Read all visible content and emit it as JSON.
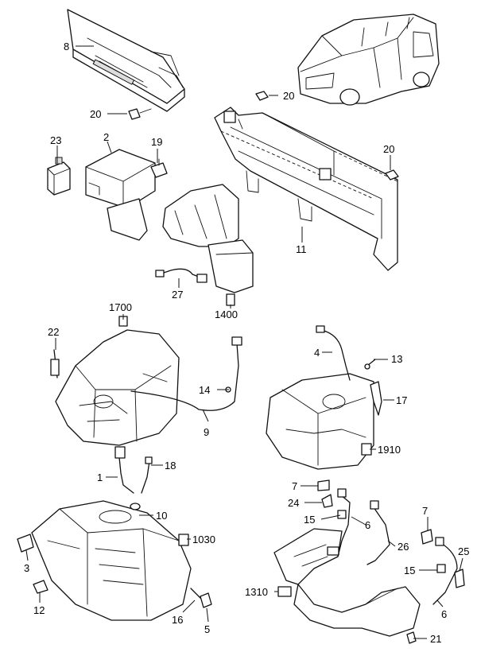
{
  "labels": {
    "p8": "8",
    "p20a": "20",
    "p20b": "20",
    "p20c": "20",
    "p23": "23",
    "p2": "2",
    "p19": "19",
    "p11": "11",
    "p27": "27",
    "p1400": "1400",
    "p1700": "1700",
    "p22": "22",
    "p14": "14",
    "p9": "9",
    "p4": "4",
    "p13": "13",
    "p17": "17",
    "p1910": "1910",
    "p18": "18",
    "p1": "1",
    "p10": "10",
    "p1030": "1030",
    "p3": "3",
    "p12": "12",
    "p16": "16",
    "p5": "5",
    "p7a": "7",
    "p24": "24",
    "p15a": "15",
    "p6a": "6",
    "p26": "26",
    "p7b": "7",
    "p25": "25",
    "p15b": "15",
    "p6b": "6",
    "p1310": "1310",
    "p21": "21"
  },
  "icons": {
    "vehicle": "minivan-illustration",
    "ecu": "engine-control-module",
    "relay": "relay",
    "bracket": "mounting-bracket",
    "transaxle": "transaxle",
    "engine": "v6-engine-block",
    "manifold": "exhaust-manifold-with-catalyst"
  }
}
